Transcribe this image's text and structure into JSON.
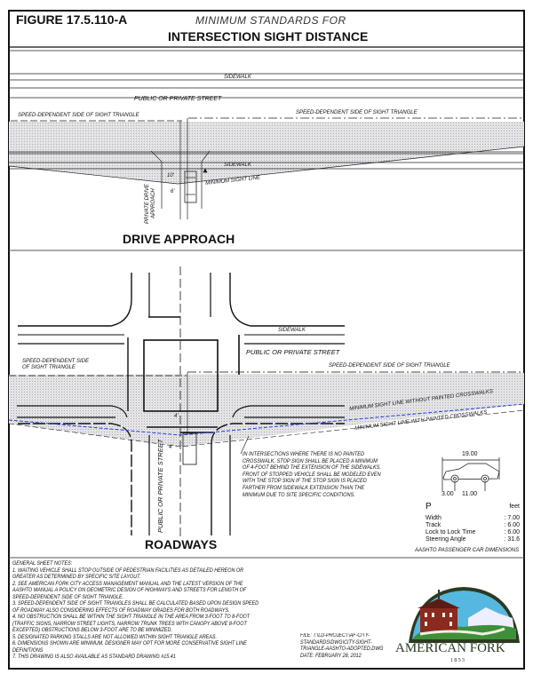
{
  "header": {
    "figure_number": "FIGURE  17.5.110-A",
    "subtitle": "MINIMUM STANDARDS FOR",
    "title": "INTERSECTION SIGHT DISTANCE"
  },
  "drive_approach": {
    "sidewalk_top": "SIDEWALK",
    "street_label": "PUBLIC OR PRIVATE STREET",
    "speed_left": "SPEED-DEPENDENT SIDE OF SIGHT TRIANGLE",
    "speed_right": "SPEED-DEPENDENT SIDE OF SIGHT TRIANGLE",
    "sidewalk_bottom": "SIDEWALK",
    "min_sight_line": "MINIMUM SIGHT LINE",
    "private_drive_1": "PRIVATE DRIVE",
    "private_drive_2": "APPROACH",
    "dim_10": "10'",
    "dim_6": "6'",
    "section_title": "DRIVE APPROACH"
  },
  "roadways": {
    "sidewalk": "SIDEWALK",
    "street_label": "PUBLIC OR PRIVATE STREET",
    "speed_left_1": "SPEED-DEPENDENT SIDE",
    "speed_left_2": "OF SIGHT TRIANGLE",
    "speed_right": "SPEED-DEPENDENT SIDE OF SIGHT TRIANGLE",
    "sight_without": "MINIMUM SIGHT LINE WITHOUT PAINTED CROSSWALKS",
    "sight_with": "MINIMUM SIGHT LINE WITH PAINTED CROSSWALKS",
    "vertical_street": "PUBLIC OR PRIVATE STREET",
    "dim_4a": "4'",
    "dim_4b": "4'",
    "note_lines": [
      "IN INTERSECTIONS WHERE THERE IS NO PAINTED",
      "CROSSWALK, STOP SIGN SHALL BE PLACED A MINIMUM",
      "OF 4-FOOT BEHIND THE EXTENSION OF THE SIDEWALKS.",
      "FRONT OF STOPPED VEHICLE SHALL BE MODELED EVEN",
      "WITH THE STOP SIGN IF THE STOP SIGN IS PLACED",
      "FARTHER FROM SIDEWALK EXTENSION THAN THE",
      "MINIMUM DUE TO SITE SPECIFIC CONDITIONS."
    ],
    "section_title": "ROADWAYS"
  },
  "car_dimensions": {
    "length": "19.00",
    "overhang": "3.00",
    "wheelbase": "11.00",
    "vehicle": "P",
    "units": "feet",
    "rows": [
      {
        "label": "Width",
        "value": ": 7.00"
      },
      {
        "label": "Track",
        "value": ": 6.00"
      },
      {
        "label": "Lock to Lock Time",
        "value": ": 6.00"
      },
      {
        "label": "Steering Angle",
        "value": ": 31.6"
      }
    ],
    "caption": "AASHTO PASSENGER CAR DIMENSIONS"
  },
  "notes": {
    "heading": "GENERAL SHEET NOTES:",
    "lines": [
      "1. WAITING VEHICLE SHALL STOP OUTSIDE OF PEDESTRIAN FACILITIES AS DETAILED HEREON OR",
      "GREATER AS DETERMINED BY SPECIFIC SITE LAYOUT.",
      "2. SEE AMERICAN FORK CITY ACCESS MANAGEMENT MANUAL AND THE LATEST VERSION OF THE",
      "AASHTO MANUAL A POLICY ON GEOMETRIC DESIGN OF HIGHWAYS AND STREETS FOR LENGTH OF",
      "SPEED-DEPENDENT SIDE OF SIGHT TRIANGLE.",
      "3. SPEED-DEPENDENT SIDE OF SIGHT TRIANGLES SHALL BE CALCULATED BASED UPON DESIGN SPEED",
      "OF ROADWAY ALSO CONSIDERING EFFECTS OF ROADWAY GRADES FOR BOTH ROADWAYS.",
      "4. NO OBSTRUCTION SHALL BE WITHIN THE SIGHT TRIANGLE IN THE AREA FROM 3-FOOT TO 8-FOOT",
      "(TRAFFIC SIGNS, NARROW STREET LIGHTS, NARROW TRUNK TREES WITH CANOPY ABOVE 8-FOOT",
      "EXCEPTED)  OBSTRUCTIONS BELOW 3-FOOT ARE TO BE MINIMIZED.",
      "5. DESIGNATED PARKING STALLS ARE NOT ALLOWED WITHIN SIGHT TRIANGLE AREAS.",
      "6. DIMENSIONS SHOWN ARE MINIMUM.  DESIGNER MAY OPT FOR MORE CONSERVATIVE SIGHT LINE",
      "DEFINITIONS",
      "7. THIS DRAWING IS ALSO AVAILABLE AS STANDARD DRAWING #15.41"
    ]
  },
  "file_info": {
    "line1": "FILE: T:\\LD-PROJECT\\AF-CITY-",
    "line2": "STANDARDS\\DWG\\CITY-SIGHT-",
    "line3": "TRIANGLE-AASHTO-ADOPTED.DWG",
    "date": "DATE: FEBRUARY 28, 2012"
  },
  "logo": {
    "name": "AMERICAN FORK",
    "year": "1853"
  },
  "colors": {
    "sight_line_blue": "#2a3fd6",
    "shading": "#d9d9de",
    "logo_red": "#8b2a1e",
    "logo_green": "#3f8f3a",
    "logo_sky": "#56b8e0"
  }
}
